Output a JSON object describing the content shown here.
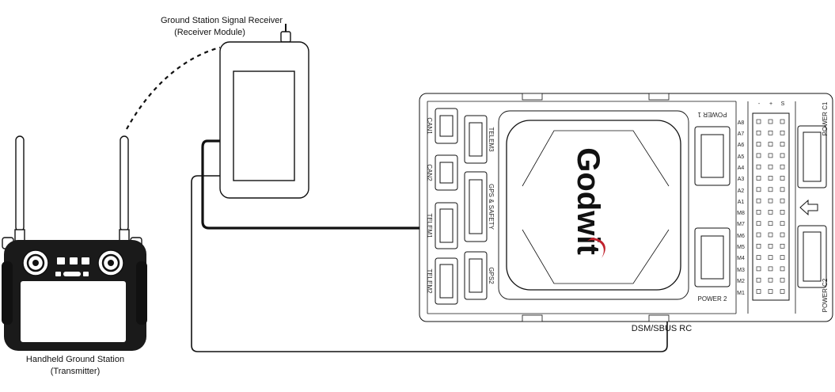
{
  "receiver": {
    "title_line1": "Ground Station Signal Receiver",
    "title_line2": "(Receiver Module)"
  },
  "transmitter": {
    "title_line1": "Handheld Ground Station",
    "title_line2": "(Transmitter)"
  },
  "connection": {
    "rc_label": "DSM/SBUS RC"
  },
  "flight_controller": {
    "brand": "Godwit",
    "ports_left": [
      "CAN1",
      "CAN2",
      "TELEM1",
      "TELEM2"
    ],
    "ports_center": [
      "TELEM3",
      "GPS & SAFETY",
      "GPS2"
    ],
    "power1": "POWER 1",
    "power2": "POWER 2",
    "power_c1": "POWER C1",
    "power_c2": "POWER C2",
    "rail_header": [
      "-",
      "+",
      "S"
    ],
    "pins": [
      "A8",
      "A7",
      "A6",
      "A5",
      "A4",
      "A3",
      "A2",
      "A1",
      "M8",
      "M7",
      "M6",
      "M5",
      "M4",
      "M3",
      "M2",
      "M1"
    ]
  }
}
